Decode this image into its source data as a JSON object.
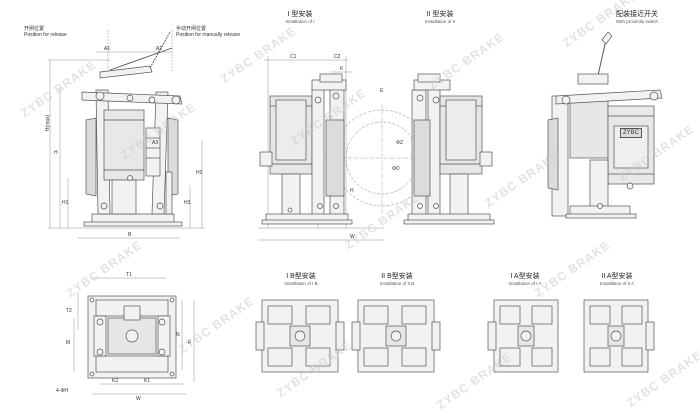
{
  "watermark": "ZYBC BRAKE",
  "nameplate": "ZYBC",
  "side_view": {
    "release_position": "开闸位置",
    "release_position_en": "Position for release",
    "manual_release_position": "手动开闸位置",
    "manual_release_position_en": "Position for manually release",
    "dims": {
      "A1": "A1",
      "A2": "A2",
      "H": "H",
      "H_max": "H(max)",
      "A3": "A3",
      "H2": "H2",
      "H3": "H3",
      "H1": "H1",
      "B": "B"
    }
  },
  "installation_I": {
    "title": "I 型安装",
    "subtitle": "Installation of I",
    "dims": {
      "C1": "C1",
      "C2": "C2",
      "K": "K",
      "E": "E",
      "Hg": "H",
      "W": "W",
      "Dz": "ΦZ",
      "Dd": "ΦD"
    }
  },
  "installation_II": {
    "title": "II 型安装",
    "subtitle": "Installation of II"
  },
  "proximity_switch": {
    "title": "配装接近开关",
    "subtitle": "With proximity switch"
  },
  "bottom_view": {
    "dims": {
      "T1": "T1",
      "T2": "T2",
      "M": "M",
      "K2": "K2",
      "K1": "K1",
      "N": "N",
      "F": "F",
      "W": "W",
      "holes": "4-ΦH"
    }
  },
  "installation_IB": {
    "title": "I B型安装",
    "subtitle": "Installation of I B"
  },
  "installation_IIB": {
    "title": "II B型安装",
    "subtitle": "Installation of II B"
  },
  "installation_IA": {
    "title": "I A型安装",
    "subtitle": "Installation of I A"
  },
  "installation_IIA": {
    "title": "II A型安装",
    "subtitle": "Installation of II A"
  }
}
